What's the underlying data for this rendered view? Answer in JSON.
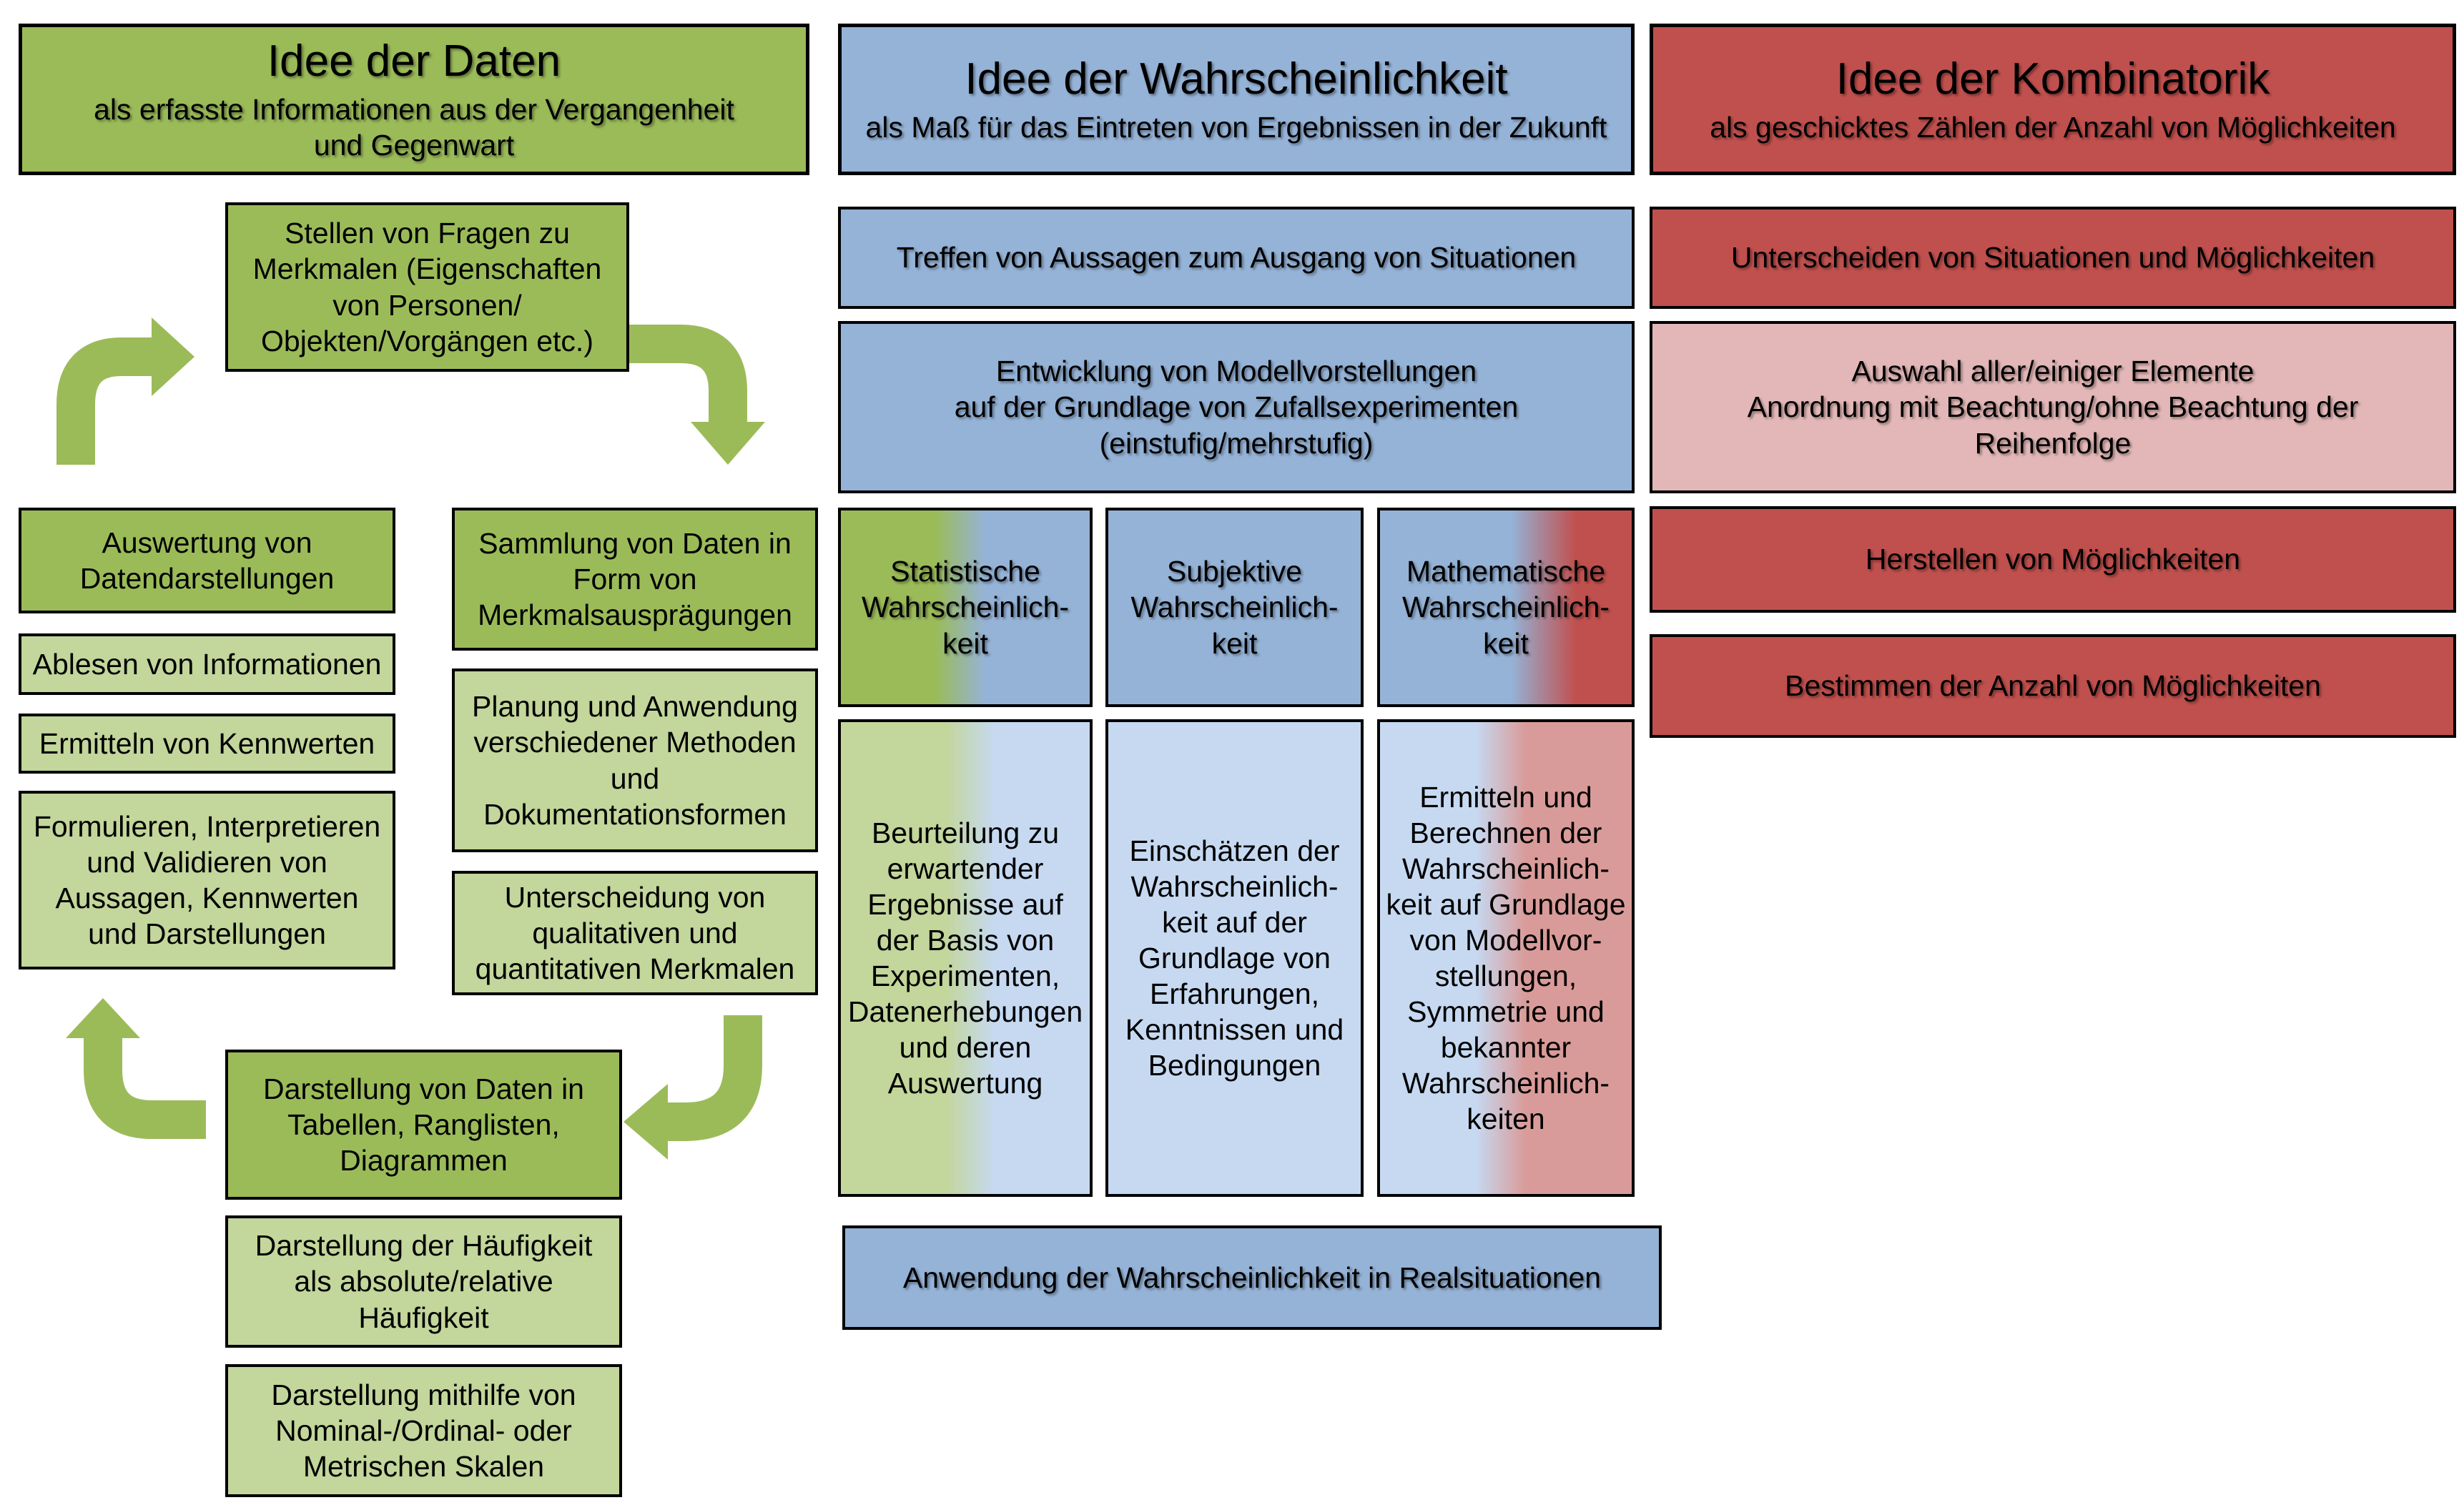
{
  "colors": {
    "background": "#FFFFFF",
    "border": "#000000",
    "green_dark": "#9BBB59",
    "green_light": "#C3D69B",
    "blue": "#95B3D7",
    "blue_light": "#C6D9F1",
    "red_dark": "#C0504D",
    "pink_light": "#E3B7B7",
    "pink_soft": "#D99B99",
    "arrow_green": "#9BBB59"
  },
  "daten": {
    "header": {
      "title": "Idee der Daten",
      "subtitle": "als erfasste Informationen aus der Vergangenheit\nund Gegenwart"
    },
    "stellen": "Stellen von Fragen zu\nMerkmalen (Eigenschaften\nvon Personen/\nObjekten/Vorgängen etc.)",
    "auswertung": "Auswertung von\nDatendarstellungen",
    "ablesen": "Ablesen von Informationen",
    "ermitteln": "Ermitteln von Kennwerten",
    "formulieren": "Formulieren, Interpretieren\nund Validieren von\nAussagen, Kennwerten\nund Darstellungen",
    "sammlung": "Sammlung von Daten in\nForm von\nMerkmalsausprägungen",
    "planung": "Planung und Anwendung\nverschiedener Methoden\nund\nDokumentationsformen",
    "unterscheidung": "Unterscheidung von\nqualitativen und\nquantitativen Merkmalen",
    "darstellung": "Darstellung von Daten in\nTabellen, Ranglisten,\nDiagrammen",
    "haeufigkeit": "Darstellung der Häufigkeit\nals absolute/relative\nHäufigkeit",
    "skalen": "Darstellung mithilfe von\nNominal-/Ordinal- oder\nMetrischen Skalen"
  },
  "wahrscheinlichkeit": {
    "header": {
      "title": "Idee der Wahrscheinlichkeit",
      "subtitle": "als Maß für das Eintreten von Ergebnissen in der Zukunft"
    },
    "treffen": "Treffen von Aussagen zum Ausgang von Situationen",
    "entwicklung": "Entwicklung von Modellvorstellungen\nauf der Grundlage von Zufallsexperimenten\n(einstufig/mehrstufig)",
    "statistische": "Statistische\nWahrscheinlich-\nkeit",
    "subjektive": "Subjektive\nWahrscheinlich-\nkeit",
    "mathematische": "Mathematische\nWahrscheinlich-\nkeit",
    "beurteilung": "Beurteilung zu\nerwartender\nErgebnisse auf\nder Basis von\nExperimenten,\nDatenerhebungen\nund deren\nAuswertung",
    "einschaetzen": "Einschätzen der\nWahrscheinlich-\nkeit auf der\nGrundlage von\nErfahrungen,\nKenntnissen und\nBedingungen",
    "ermitteln_berechnen": "Ermitteln und\nBerechnen der\nWahrscheinlich-\nkeit auf Grundlage\nvon Modellvor-\nstellungen,\nSymmetrie und\nbekannter\nWahrscheinlich-\nkeiten",
    "anwendung": "Anwendung der Wahrscheinlichkeit in Realsituationen"
  },
  "kombinatorik": {
    "header": {
      "title": "Idee der Kombinatorik",
      "subtitle": "als geschicktes Zählen der Anzahl von Möglichkeiten"
    },
    "unterscheiden": "Unterscheiden von Situationen und Möglichkeiten",
    "auswahl": "Auswahl aller/einiger Elemente\nAnordnung mit Beachtung/ohne Beachtung der\nReihenfolge",
    "herstellen": "Herstellen von Möglichkeiten",
    "bestimmen": "Bestimmen der Anzahl von Möglichkeiten"
  }
}
